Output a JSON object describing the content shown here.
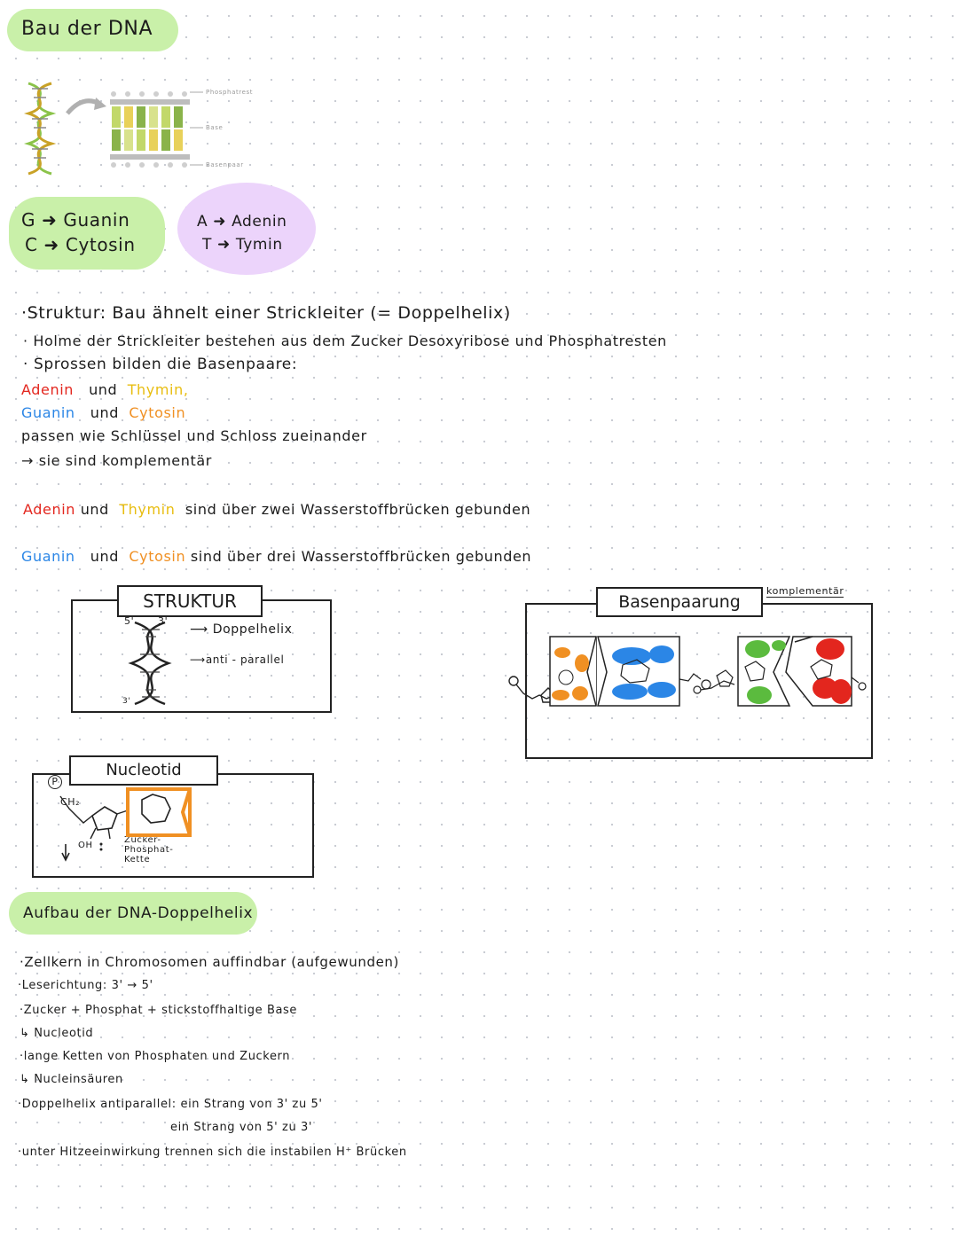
{
  "title": "Bau der DNA",
  "top_figure": {
    "labels": [
      "Phosphatrest",
      "Base",
      "Basenpaar"
    ]
  },
  "abbreviations": {
    "green": [
      {
        "letter": "G",
        "name": "Guanin"
      },
      {
        "letter": "C",
        "name": "Cytosin"
      }
    ],
    "purple": [
      {
        "letter": "A",
        "name": "Adenin"
      },
      {
        "letter": "T",
        "name": "Tymin"
      }
    ]
  },
  "notes": {
    "line1": "·Struktur: Bau ähnelt einer Strickleiter (= Doppelhelix)",
    "line2": "· Holme der Strickleiter bestehen aus dem Zucker Desoxyribose und Phosphatresten",
    "line3": "· Sprossen bilden die Basenpaare:",
    "pair1_a": "Adenin",
    "pair1_and": "und",
    "pair1_b": "Thymin,",
    "pair2_a": "Guanin",
    "pair2_and": "und",
    "pair2_b": "Cytosin",
    "line6": "passen wie Schlüssel und Schloss zueinander",
    "line7": "→ sie sind komplementär"
  },
  "bonds": {
    "s1_a": "Adenin",
    "s1_mid": "und",
    "s1_b": "Thymin",
    "s1_rest": "sind über zwei Wasserstoffbrücken gebunden",
    "s2_a": "Guanin",
    "s2_mid": "und",
    "s2_b": "Cytosin",
    "s2_rest": "sind über drei Wasserstoffbrücken gebunden"
  },
  "struktur_box": {
    "title": "STRUKTUR",
    "end5": "5'",
    "end3": "3'",
    "end3b": "3'",
    "arrow1": "Doppelhelix",
    "arrow2": "anti - parallel"
  },
  "basen_box": {
    "title": "Basenpaarung",
    "tag": "komplementär"
  },
  "nucleotid_box": {
    "title": "Nucleotid",
    "ch2": "CH₂",
    "oh": "OH",
    "p": "P",
    "chain": "Zucker-\nPhosphat-\nKette"
  },
  "section2_title": "Aufbau der DNA-Doppelhelix",
  "section2_lines": [
    "·Zellkern in Chromosomen auffindbar (aufgewunden)",
    "·Leserichtung: 3' → 5'",
    "·Zucker + Phosphat + stickstoffhaltige Base",
    "↳ Nucleotid",
    "·lange Ketten von Phosphaten und Zuckern",
    "↳ Nucleinsäuren",
    "·Doppelhelix antiparallel: ein Strang von 3' zu 5'",
    "ein Strang von 5' zu 3'",
    "·unter Hitzeeinwirkung trennen sich die instabilen H⁺ Brücken"
  ]
}
